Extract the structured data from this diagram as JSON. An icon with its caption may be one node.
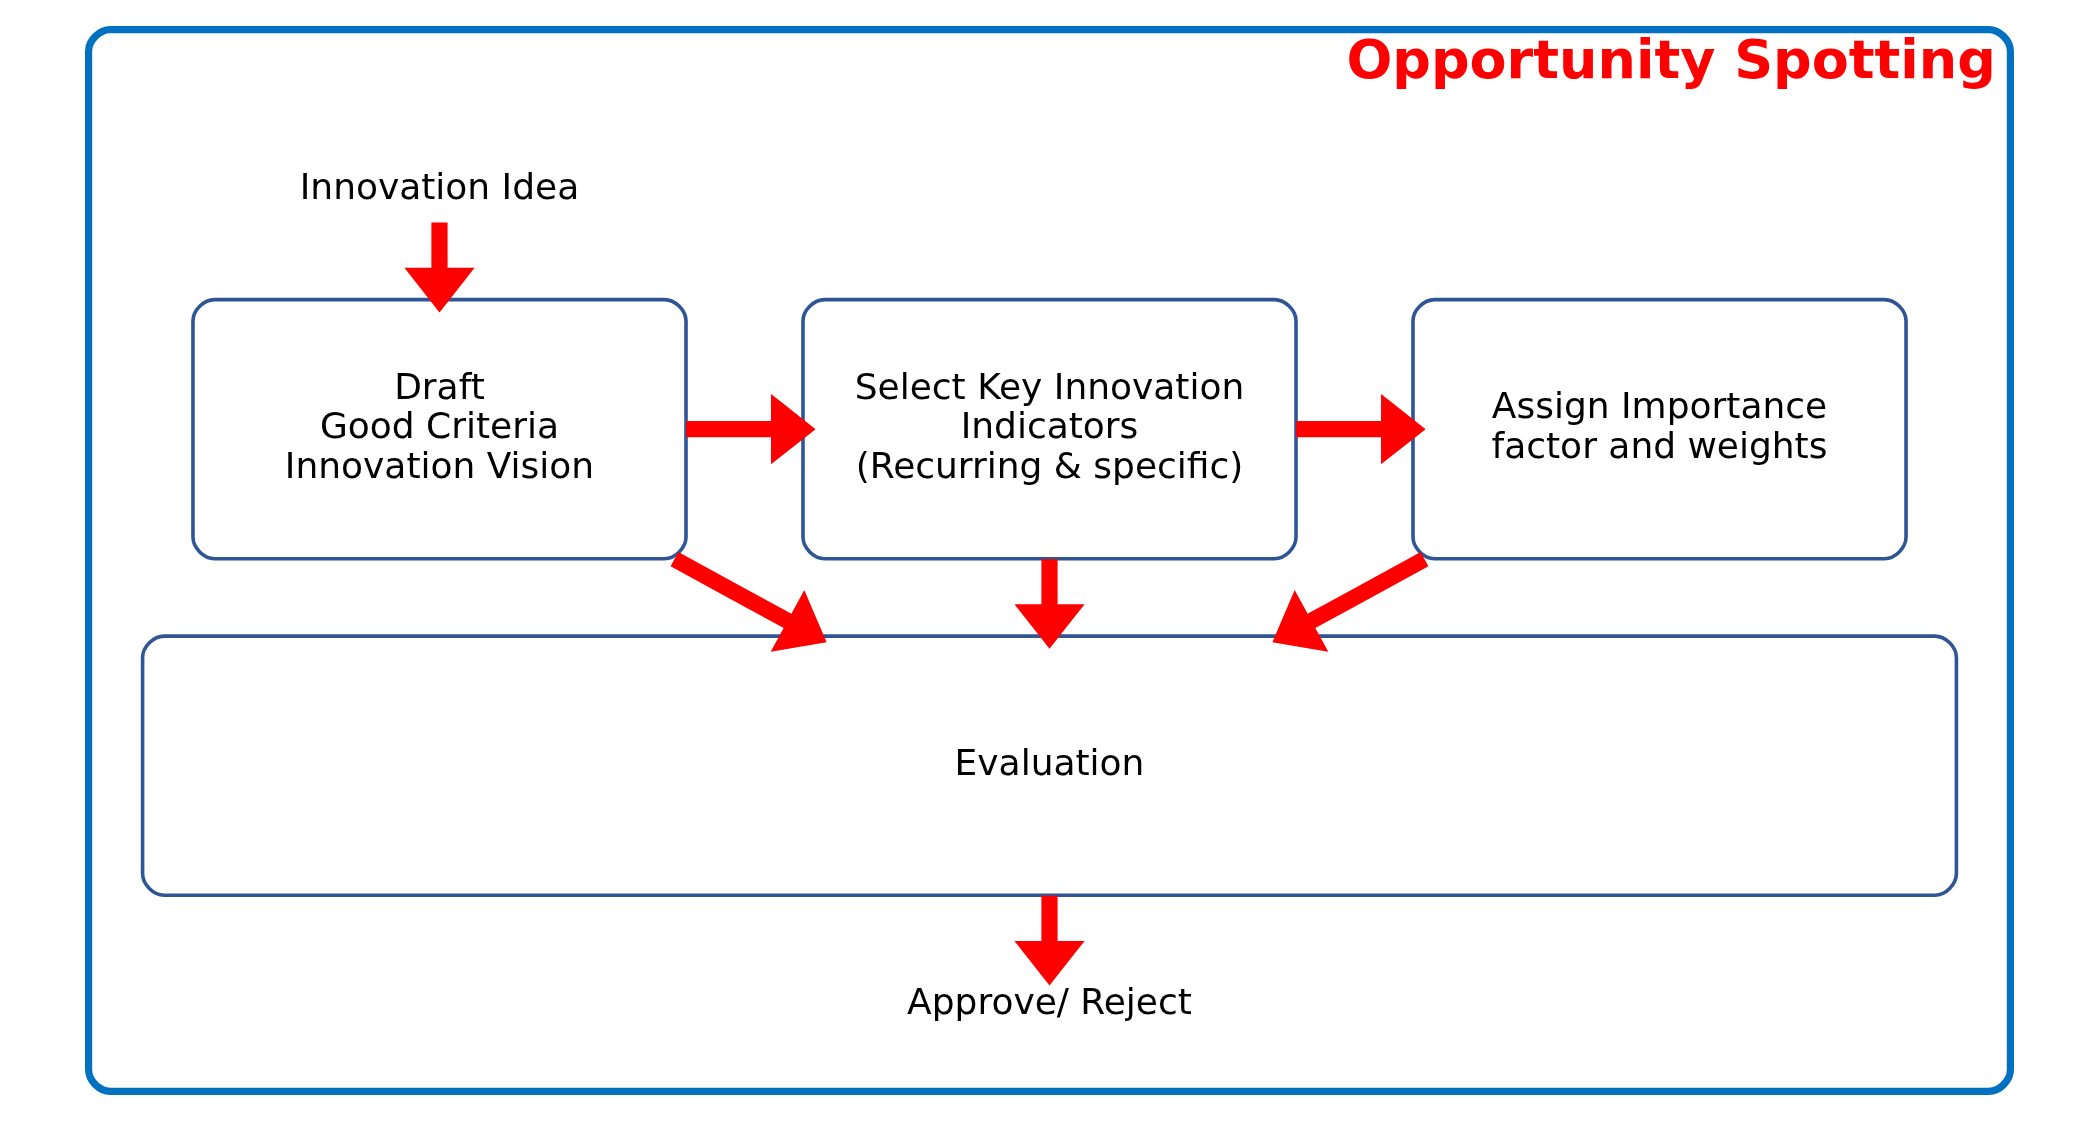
{
  "diagram": {
    "nodes": [
      {
        "text": [
          "Opportunity Spotting"
        ]
      },
      {
        "text": [
          "Innovation Idea"
        ],
        "in": 0
      },
      {
        "text": [
          "Draft",
          "Good Criteria",
          "Innovation Vision"
        ],
        "in": 0
      },
      {
        "text": [
          "Select Key Innovation Indicators",
          "(Recurring & specific)"
        ],
        "in": 0
      },
      {
        "text": [
          "Assign Importance factor and weights"
        ],
        "in": 0
      },
      {
        "text": [
          "Evaluation"
        ],
        "in": 0
      },
      {
        "text": [
          "Approve/ Reject"
        ],
        "in": 0
      }
    ],
    "edges": [
      {
        "from": 1,
        "to": 2,
        "arrow": "to"
      },
      {
        "from": 2,
        "to": 3,
        "arrow": "to"
      },
      {
        "from": 3,
        "to": 4,
        "arrow": "to"
      },
      {
        "from": 2,
        "to": 5,
        "arrow": "to"
      },
      {
        "from": 3,
        "to": 5,
        "arrow": "to"
      },
      {
        "from": 4,
        "to": 5,
        "arrow": "to"
      },
      {
        "from": 5,
        "to": 6,
        "arrow": "to"
      }
    ]
  }
}
